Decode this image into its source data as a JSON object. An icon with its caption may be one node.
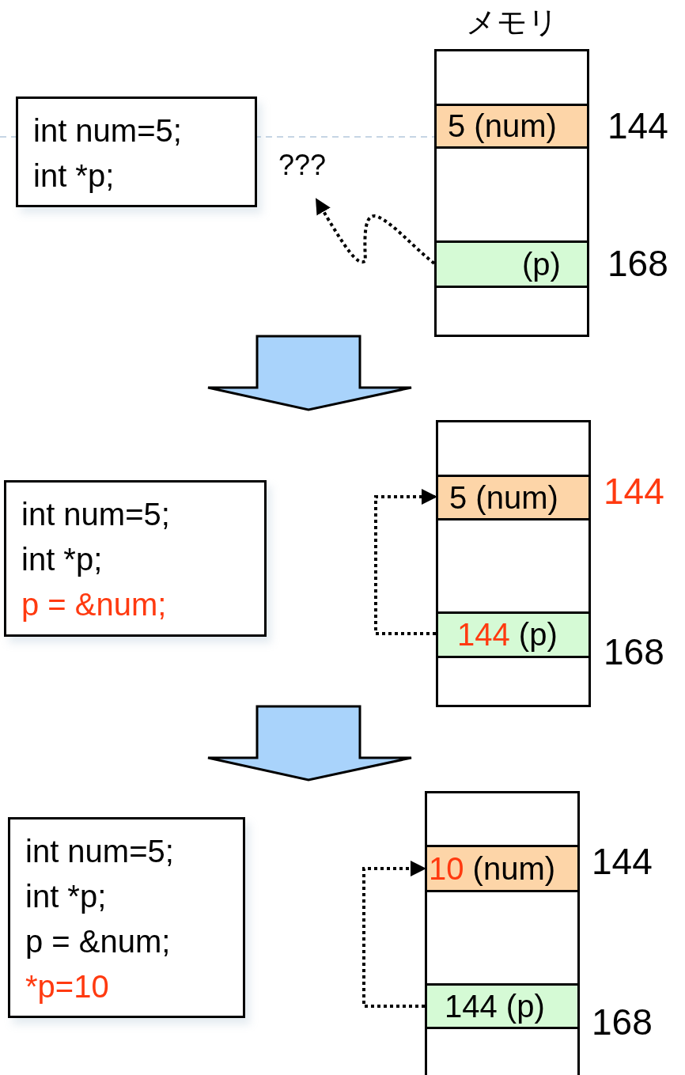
{
  "diagram": {
    "nodes": [
      {
        "text": [
          "int num=5;",
          "int *p;"
        ]
      },
      {
        "text": [
          "メモリ"
        ]
      },
      {
        "text": [
          "5 (num)"
        ],
        "in": 1,
        "beside": [
          "144"
        ]
      },
      {
        "text": [
          "(p)"
        ],
        "in": 1,
        "beside": [
          "168"
        ]
      },
      {
        "text": [
          "???"
        ]
      },
      {
        "text": [
          "int num=5;",
          "int *p;",
          "p = &num;"
        ]
      },
      {
        "text": [],
        "shape": "box"
      },
      {
        "text": [
          "5 (num)"
        ],
        "in": 6,
        "beside": [
          "144"
        ]
      },
      {
        "text": [
          "144",
          "(p)"
        ],
        "in": 6,
        "beside": [
          "168"
        ]
      },
      {
        "text": [
          "int num=5;",
          "int *p;",
          "p = &num;",
          "*p=10"
        ]
      },
      {
        "text": [],
        "shape": "box"
      },
      {
        "text": [
          "10",
          "(num)"
        ],
        "in": 10,
        "beside": [
          "144"
        ]
      },
      {
        "text": [
          "144 (p)"
        ],
        "in": 10,
        "beside": [
          "168"
        ]
      }
    ],
    "edges": [
      {
        "from": 3,
        "to": 4,
        "arrow": "to"
      },
      {
        "from": 8,
        "to": 7,
        "arrow": "to"
      },
      {
        "from": 12,
        "to": 11,
        "arrow": "to"
      }
    ]
  }
}
